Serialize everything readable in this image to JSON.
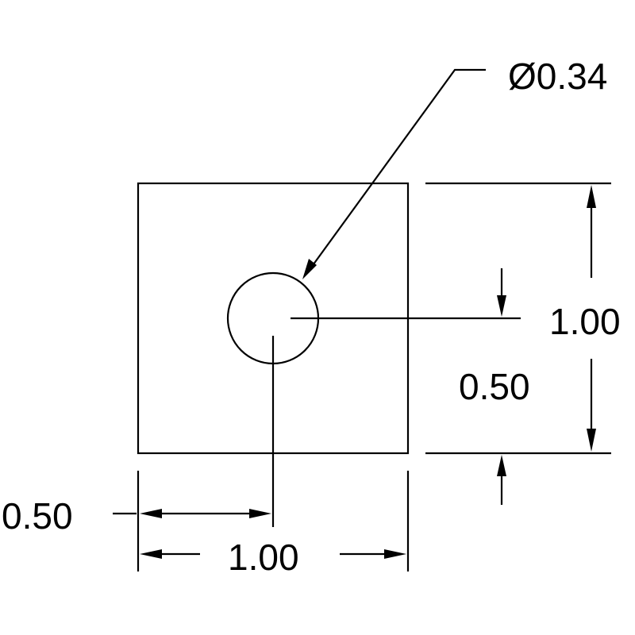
{
  "drawing": {
    "colors": {
      "stroke": "#000000",
      "background": "#ffffff"
    },
    "labels": {
      "hole_diameter": "Ø0.34",
      "overall_height": "1.00",
      "hole_vertical_position": "0.50",
      "hole_horizontal_position": "0.50",
      "overall_width": "1.00"
    }
  }
}
